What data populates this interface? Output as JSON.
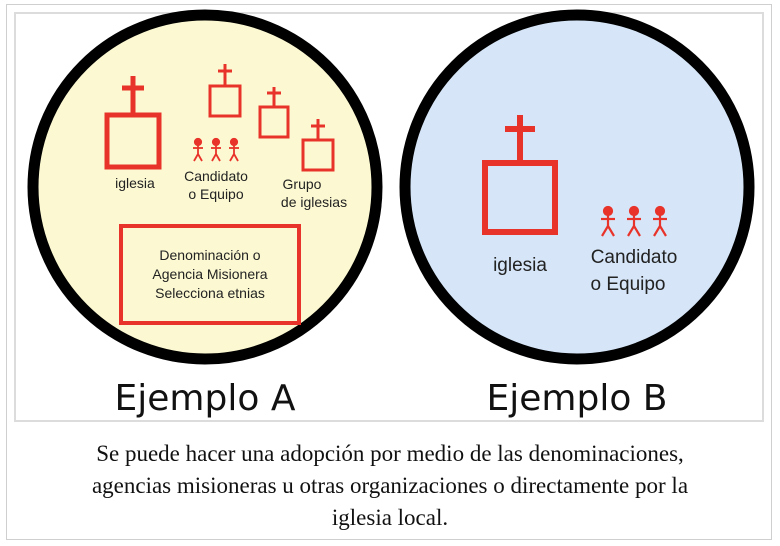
{
  "example_a": {
    "title": "Ejemplo A",
    "iglesia": "iglesia",
    "candidato_line1": "Candidato",
    "candidato_line2": "o Equipo",
    "grupo_line1": "Grupo",
    "grupo_line2": "de iglesias",
    "agency_line1": "Denominación o",
    "agency_line2": "Agencia Misionera",
    "agency_line3": "Selecciona etnias"
  },
  "example_b": {
    "title": "Ejemplo B",
    "iglesia": "iglesia",
    "candidato_line1": "Candidato",
    "candidato_line2": "o Equipo"
  },
  "caption": {
    "line1": "Se puede hacer una adopción por medio de las denominaciones,",
    "line2": "agencias misioneras u otras organizaciones o directamente por la",
    "line3": "iglesia local."
  },
  "colors": {
    "red": "#e8332a",
    "yellow_fill": "#fcf9d2",
    "blue_fill": "#d6e6f8",
    "ring": "#000000"
  }
}
